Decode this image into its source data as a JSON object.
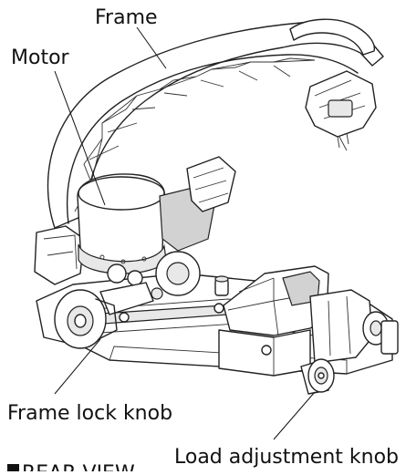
{
  "labels": {
    "frame": "Frame",
    "motor": "Motor",
    "frame_lock_knob": "Frame lock knob",
    "load_adjustment_knob": "Load adjustment knob",
    "view_caption": "REAR VIEW"
  },
  "colors": {
    "line": "#222222",
    "text": "#111111",
    "fill_light": "#e8e8e8",
    "fill_dark": "#d2d2d2"
  }
}
